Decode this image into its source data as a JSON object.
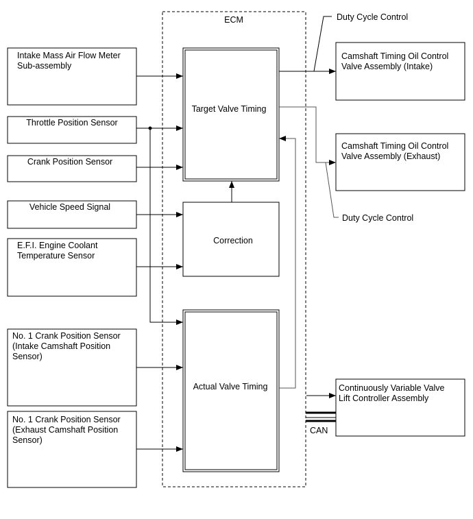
{
  "ecm": {
    "title": "ECM"
  },
  "inputs": {
    "maf": [
      "Intake Mass Air Flow Meter",
      "Sub-assembly"
    ],
    "throttle": "Throttle Position Sensor",
    "crank": "Crank Position Sensor",
    "speed": "Vehicle Speed Signal",
    "coolant": [
      "E.F.I. Engine Coolant",
      "Temperature Sensor"
    ],
    "intake_cam": [
      "No. 1 Crank Position Sensor",
      "(Intake Camshaft Position",
      "Sensor)"
    ],
    "exhaust_cam": [
      "No. 1 Crank Position Sensor",
      "(Exhaust Camshaft Position",
      "Sensor)"
    ]
  },
  "blocks": {
    "target": "Target Valve Timing",
    "correction": "Correction",
    "actual": "Actual Valve Timing"
  },
  "outputs": {
    "intake_ocv": [
      "Camshaft Timing Oil Control",
      "Valve Assembly (Intake)"
    ],
    "exhaust_ocv": [
      "Camshaft Timing Oil Control",
      "Valve Assembly (Exhaust)"
    ],
    "vvl": [
      "Continuously Variable Valve",
      "Lift Controller Assembly"
    ]
  },
  "labels": {
    "duty_top": "Duty Cycle Control",
    "duty_bottom": "Duty Cycle Control",
    "can": "CAN"
  }
}
